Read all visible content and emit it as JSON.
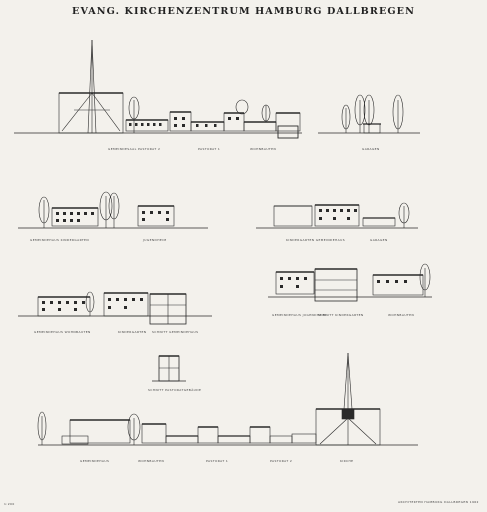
{
  "title": "EVANG. KIRCHENZENTRUM HAMBURG DALLBREGEN",
  "captions": {
    "r1a": "GEMEINDESAAL PASTORAT 2",
    "r1b": "PASTORAT 1",
    "r1c": "WOHNBAUTEN",
    "r1d": "GARAGEN",
    "r2a": "GEMEINDEHAUS KINDERGARTEN",
    "r2b": "JUGENDHEIM",
    "r2c": "KINDERGARTEN GEMEINDEHAUS",
    "r2d": "GARAGEN",
    "r3a": "GEMEINDEHAUS WOHNBAUTEN",
    "r3b": "KINDERGARTEN",
    "r3c": "SCHNITT GEMEINDEHAUS",
    "r3d": "GEMEINDEHAUS JUGENDHEIM",
    "r3e": "SCHNITT KINDERGARTEN",
    "r3f": "WOHNBAUTEN",
    "r4a": "SCHNITT PASTORATGEBÄUDE",
    "r5a": "GEMEINDEHAUS",
    "r5b": "WOHNBAUTEN",
    "r5c": "PASTORAT 1",
    "r5d": "PASTORAT 2",
    "r5e": "KIRCHE",
    "footer": "ARCHITEKTEN HAMBURG DALLBREGEN 1962",
    "corner": "1:200"
  }
}
